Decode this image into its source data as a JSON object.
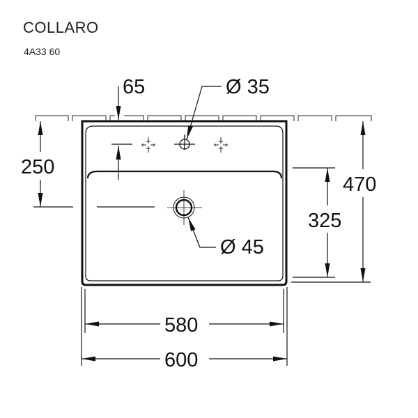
{
  "header": {
    "product_name": "COLLARO",
    "product_code": "4A33 60"
  },
  "dimensions": {
    "tap_hole_offset": "65",
    "tap_hole_diameter": "Ø 35",
    "tap_hole_height": "250",
    "total_depth": "470",
    "drain_height": "325",
    "drain_diameter": "Ø 45",
    "inner_width": "580",
    "outer_width": "600"
  },
  "colors": {
    "line": "#111111",
    "background": "#ffffff"
  }
}
